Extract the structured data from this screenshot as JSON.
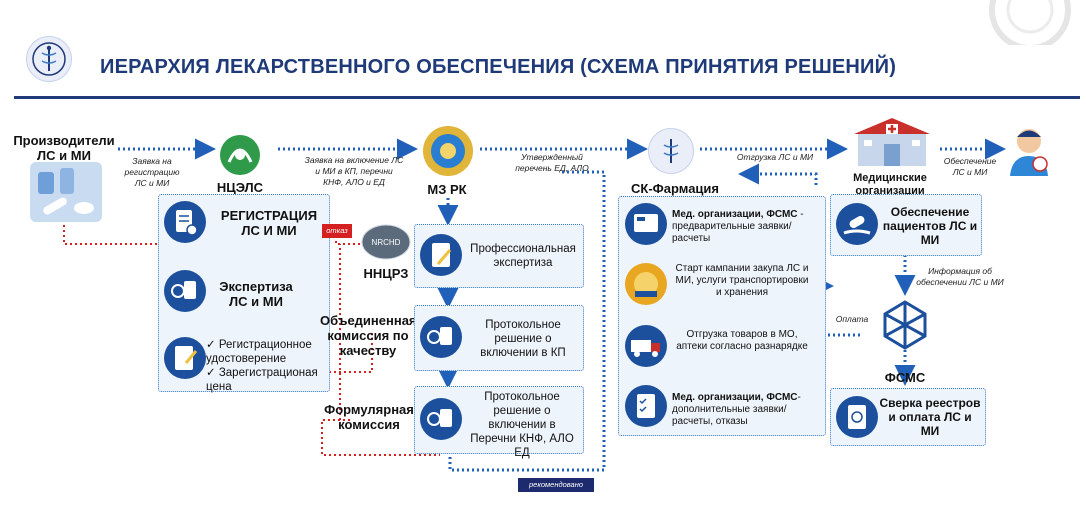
{
  "title": "ИЕРАРХИЯ ЛЕКАРСТВЕННОГО ОБЕСПЕЧЕНИЯ (СХЕМА ПРИНЯТИЯ РЕШЕНИЙ)",
  "colors": {
    "primary": "#1f3a78",
    "accent_blue": "#2f6fc4",
    "flow_dotted": "#2160b8",
    "red": "#d42020"
  },
  "entities": {
    "manufacturers": "Производители ЛС и МИ",
    "ncels": "НЦЭЛС",
    "mz": "МЗ РК",
    "sk": "СК-Фармация",
    "med_orgs": "Медицинские организации",
    "nncrz": "ННЦРЗ",
    "fsms": "ФСМС",
    "nncrz_logo": "NRCHD"
  },
  "flow_labels": {
    "application_reg": "Заявка на регистрацию ЛС и МИ",
    "application_inclusion": "Заявка на включение ЛС и МИ в КП, перечни КНФ, АЛО и ЕД",
    "approved_list": "Утвержденный перечень ЕД, АЛО",
    "shipment": "Отгрузка ЛС и МИ",
    "provision": "Обеспечение ЛС и МИ",
    "info_provision": "Информация об обеспечении ЛС и МИ",
    "payment": "Оплата",
    "rejection": "отказ",
    "recommended": "рекомендовано"
  },
  "ncels_panel": {
    "registration": "РЕГИСТРАЦИЯ ЛС И МИ",
    "expertise": "Экспертиза ЛС и МИ",
    "outcome_1": "Регистрационное удостоверение",
    "outcome_2": "Зарегистрационая цена"
  },
  "commissions": {
    "joint": "Объединенная комиссия по качеству",
    "formulary": "Формулярная комиссия"
  },
  "mz_panel": {
    "prof_expertise": "Профессиональная экспертиза",
    "protocol_kp": "Протокольное решение о включении в КП",
    "protocol_lists": "Протокольное решение о включении в Перечни КНФ, АЛО ЕД"
  },
  "sk_panel": {
    "step1_bold": "Мед. организации, ФСМС",
    "step1_rest": " - предварительные заявки/расчеты",
    "step2": "Старт кампании закупа ЛС и МИ, услуги транспортировки и хранения",
    "step3": "Отгрузка товаров в МО, аптеки согласно разнарядке",
    "step4_bold": "Мед. организации, ФСМС",
    "step4_rest": "- дополнительные заявки/расчеты, отказы"
  },
  "right_cards": {
    "provision_card": "Обеспечение пациентов ЛС и МИ",
    "reconciliation_card": "Сверка реестров и оплата ЛС и МИ"
  },
  "icons": [
    "caduceus-logo-icon",
    "kazakhstan-emblem-icon",
    "medicines-icon",
    "ncels-logo-icon",
    "hospital-icon",
    "patient-icon",
    "document-gear-icon",
    "sign-document-icon",
    "globe-icon",
    "fsms-network-icon",
    "truck-icon",
    "checklist-icon",
    "hand-pill-icon",
    "approval-icon",
    "chart-icon"
  ]
}
